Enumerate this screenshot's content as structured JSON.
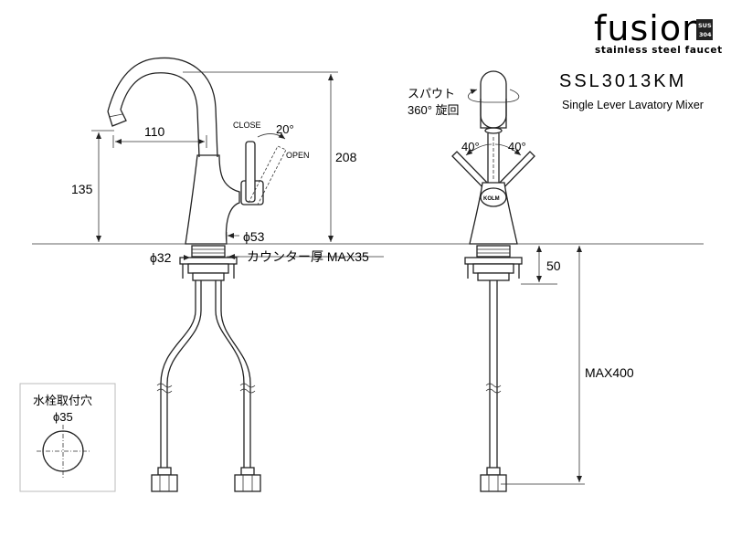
{
  "brand": {
    "name": "fusion",
    "badge_top": "SUS",
    "badge_bottom": "304",
    "tagline": "stainless steel faucet"
  },
  "product": {
    "model": "SSL3013KM",
    "description": "Single Lever Lavatory Mixer"
  },
  "side_view": {
    "spout_reach": "110",
    "spout_height": "135",
    "total_height": "208",
    "lever_close": "CLOSE",
    "lever_open": "OPEN",
    "lever_angle": "20°",
    "base_diameter": "ϕ53",
    "shank_diameter": "ϕ32",
    "counter_thickness": "カウンター厚 MAX35"
  },
  "front_view": {
    "spout_rotation_label": "スパウト",
    "spout_rotation_value": "360° 旋回",
    "lever_angle_left": "40°",
    "lever_angle_right": "40°",
    "logo": "KOLM",
    "shank_length": "50",
    "hose_length": "MAX400"
  },
  "mounting_hole": {
    "title": "水栓取付穴",
    "diameter": "ϕ35"
  }
}
